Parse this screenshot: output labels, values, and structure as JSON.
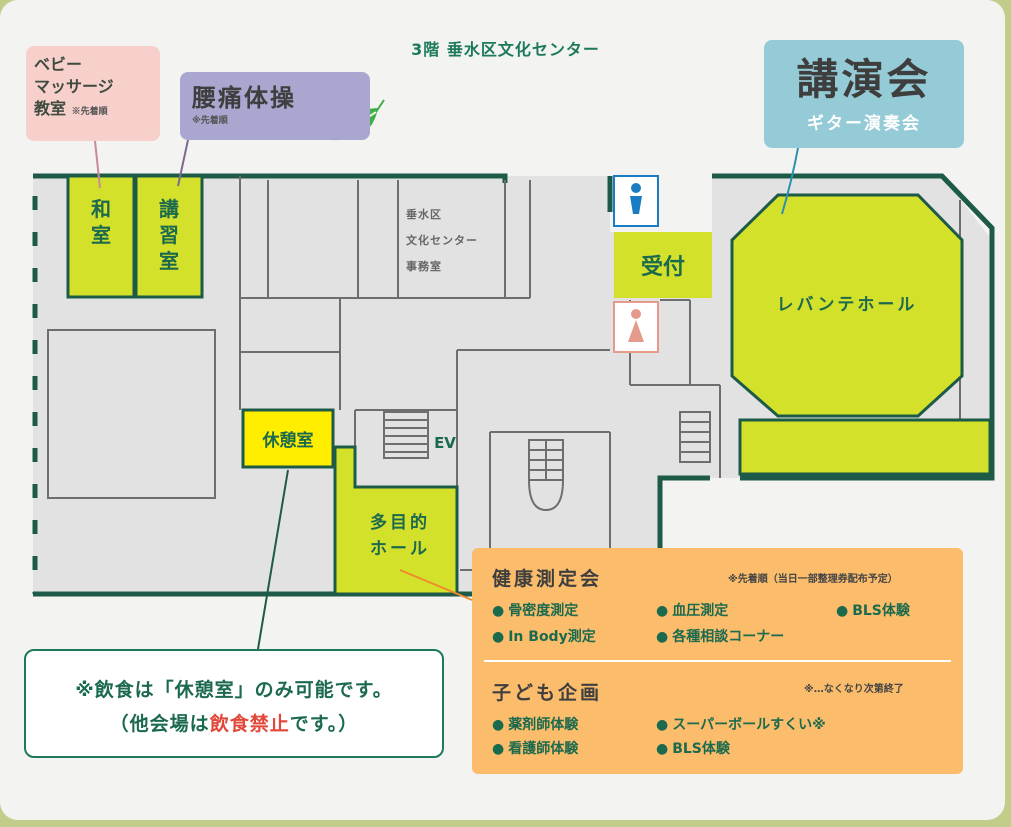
{
  "title": "3階 垂水区文化センター",
  "labels": {
    "baby_line1": "ベビー",
    "baby_line2": "マッサージ",
    "baby_line3": "教室",
    "baby_note": "※先着順",
    "back_care": "腰痛体操",
    "back_care_note": "※先着順",
    "lecture": "講演会",
    "lecture_sub": "ギター演奏会"
  },
  "rooms": {
    "washitsu": [
      "和",
      "室"
    ],
    "koshu": [
      "講",
      "習",
      "室"
    ],
    "office": [
      "垂水区",
      "文化センター",
      "事務室"
    ],
    "reception": "受付",
    "hall": "レバンテホール",
    "rest": "休憩室",
    "elevator": "EV",
    "multi_line1": "多目的",
    "multi_line2": "ホール"
  },
  "health": {
    "title": "健康測定会",
    "note": "※先着順（当日一部整理券配布予定）",
    "items": [
      "骨密度測定",
      "血圧測定",
      "BLS体験",
      "In Body測定",
      "各種相談コーナー"
    ],
    "bullet": "●"
  },
  "kids": {
    "title": "子ども企画",
    "note": "※…なくなり次第終了",
    "items": [
      "薬剤師体験",
      "スーパーボールすくい※",
      "看護師体験",
      "BLS体験"
    ]
  },
  "notice": {
    "line1": "※飲食は「休憩室」のみ可能です。",
    "line2_a": "（他会場は",
    "line2_red": "飲食禁止",
    "line2_b": "です。）"
  },
  "colors": {
    "accent_green": "#1c6a4e",
    "event_room": "#d4e12a",
    "rest_room": "#ffee00",
    "warning_red": "#e2473a",
    "info_box": "#fbbd6b",
    "male_icon": "#1a7cc2",
    "female_icon": "#e59a8c"
  },
  "icons": [
    "leaf-icon",
    "male-restroom-icon",
    "female-restroom-icon",
    "stairs-icon"
  ]
}
